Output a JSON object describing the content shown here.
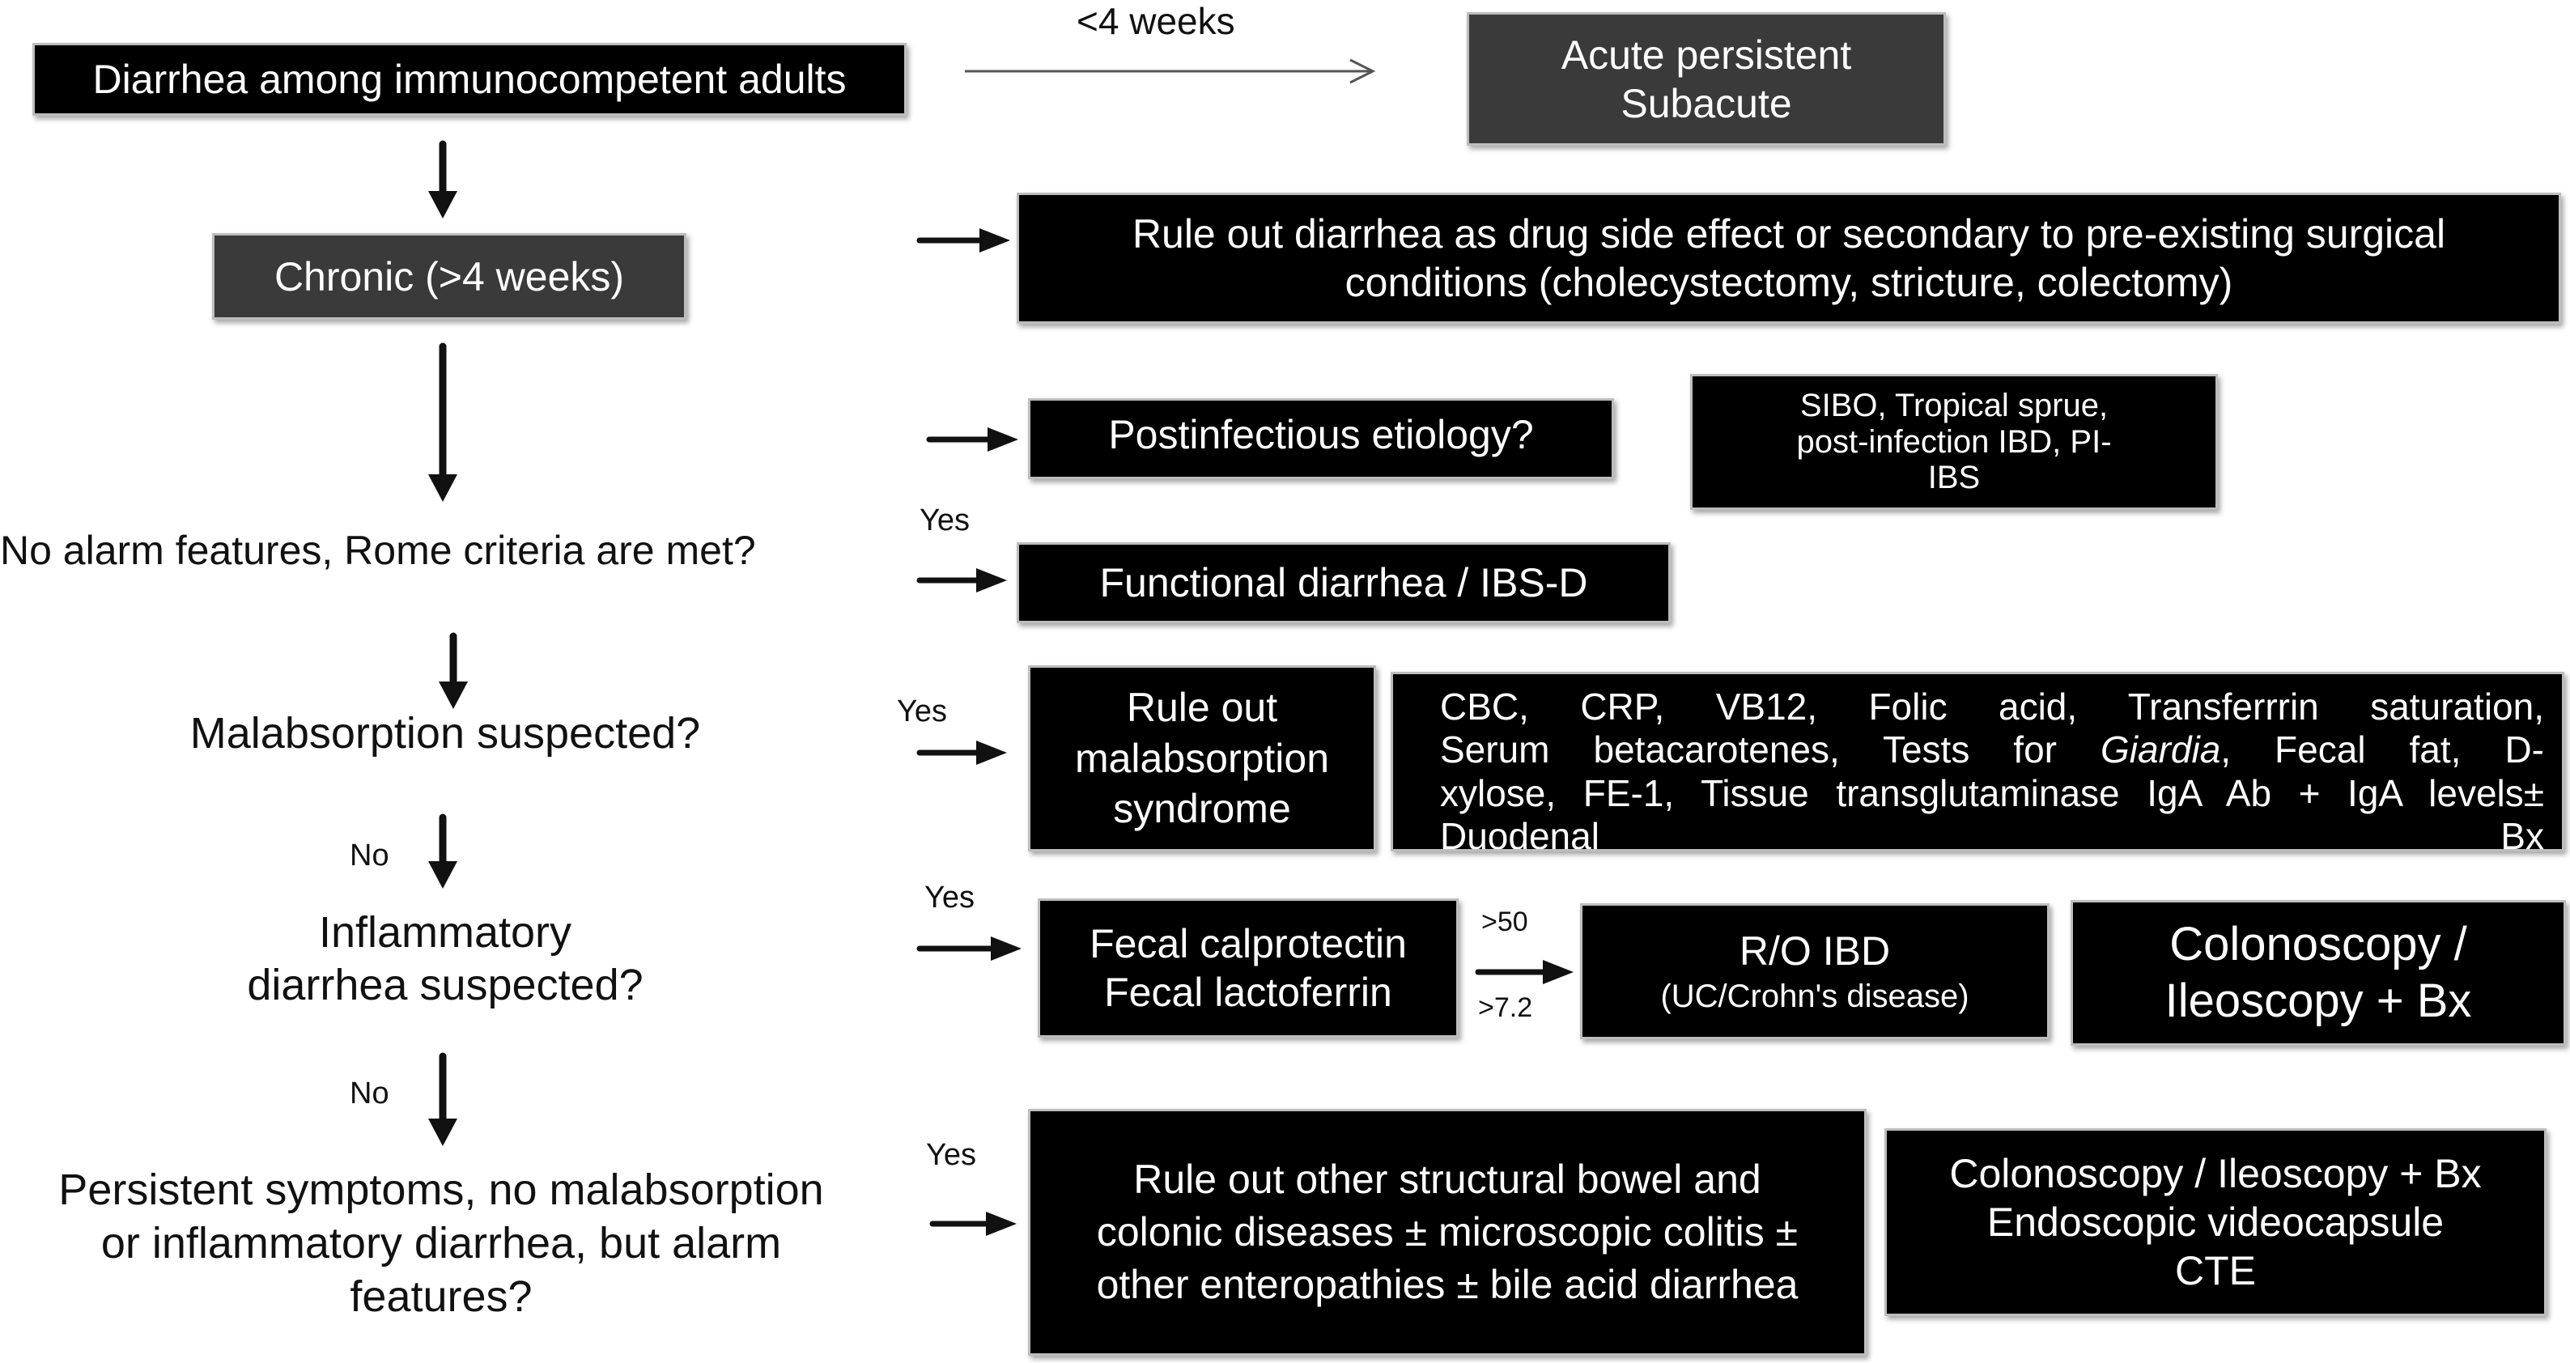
{
  "boxes": [
    {
      "id": "start-box",
      "lines": [
        "Diarrhea among immunocompetent adults"
      ]
    },
    {
      "id": "acute-box",
      "lines": [
        "Acute persistent",
        "Subacute"
      ]
    },
    {
      "id": "chronic-box",
      "lines": [
        "Chronic (>4 weeks)"
      ]
    },
    {
      "id": "drug-side-effect-box",
      "lines": [
        "Rule out diarrhea as drug side effect or secondary to pre-existing surgical",
        "conditions (cholecystectomy, stricture, colectomy)"
      ]
    },
    {
      "id": "postinfectious-box",
      "lines": [
        "Postinfectious etiology?"
      ]
    },
    {
      "id": "sibo-box",
      "lines": [
        "SIBO, Tropical sprue,",
        "post-infection IBD, PI-",
        "IBS"
      ]
    },
    {
      "id": "functional-box",
      "lines": [
        "Functional diarrhea / IBS-D"
      ]
    },
    {
      "id": "malabsorption-box",
      "lines": [
        "Rule out",
        "malabsorption",
        "syndrome"
      ]
    },
    {
      "id": "tests-box",
      "lines": [
        "CBC, CRP, VB12, Folic acid, Transferrrin saturation,",
        "Serum betacarotenes, Tests for Giardia, Fecal fat, D-",
        "xylose, FE-1, Tissue transglutaminase IgA Ab + IgA levels±",
        "Duodenal Bx"
      ]
    },
    {
      "id": "calprotectin-box",
      "lines": [
        "Fecal calprotectin",
        "Fecal lactoferrin"
      ]
    },
    {
      "id": "ibd-box",
      "lines": [
        "R/O IBD",
        "(UC/Crohn's disease)"
      ]
    },
    {
      "id": "colonoscopy-box",
      "lines": [
        "Colonoscopy /",
        "Ileoscopy + Bx"
      ]
    },
    {
      "id": "structural-box",
      "lines": [
        "Rule out other structural bowel and",
        "colonic diseases ± microscopic colitis ±",
        "other enteropathies ± bile acid diarrhea"
      ]
    },
    {
      "id": "endoscopy-box",
      "lines": [
        "Colonoscopy / Ileoscopy + Bx",
        "Endoscopic videocapsule",
        "CTE"
      ]
    }
  ],
  "questions": [
    {
      "id": "alarm-question",
      "lines": [
        "No alarm features, Rome criteria are met?"
      ]
    },
    {
      "id": "malabsorption-question",
      "lines": [
        "Malabsorption suspected?"
      ]
    },
    {
      "id": "inflammatory-question",
      "lines": [
        "Inflammatory",
        "diarrhea suspected?"
      ]
    },
    {
      "id": "persistent-question",
      "lines": [
        "Persistent symptoms, no malabsorption",
        "or inflammatory diarrhea, but alarm",
        "features?"
      ]
    }
  ],
  "labels": [
    {
      "id": "less-4-weeks-label",
      "text": "<4 weeks"
    },
    {
      "id": "yes-label-functional",
      "text": "Yes"
    },
    {
      "id": "yes-label-malabsorption",
      "text": "Yes"
    },
    {
      "id": "no-label-malabsorption",
      "text": "No"
    },
    {
      "id": "yes-label-inflammatory",
      "text": "Yes"
    },
    {
      "id": "calprotectin-threshold-label",
      "text": ">50"
    },
    {
      "id": "lactoferrin-threshold-label",
      "text": ">7.2"
    },
    {
      "id": "no-label-inflammatory",
      "text": "No"
    },
    {
      "id": "yes-label-persistent",
      "text": "Yes"
    }
  ]
}
